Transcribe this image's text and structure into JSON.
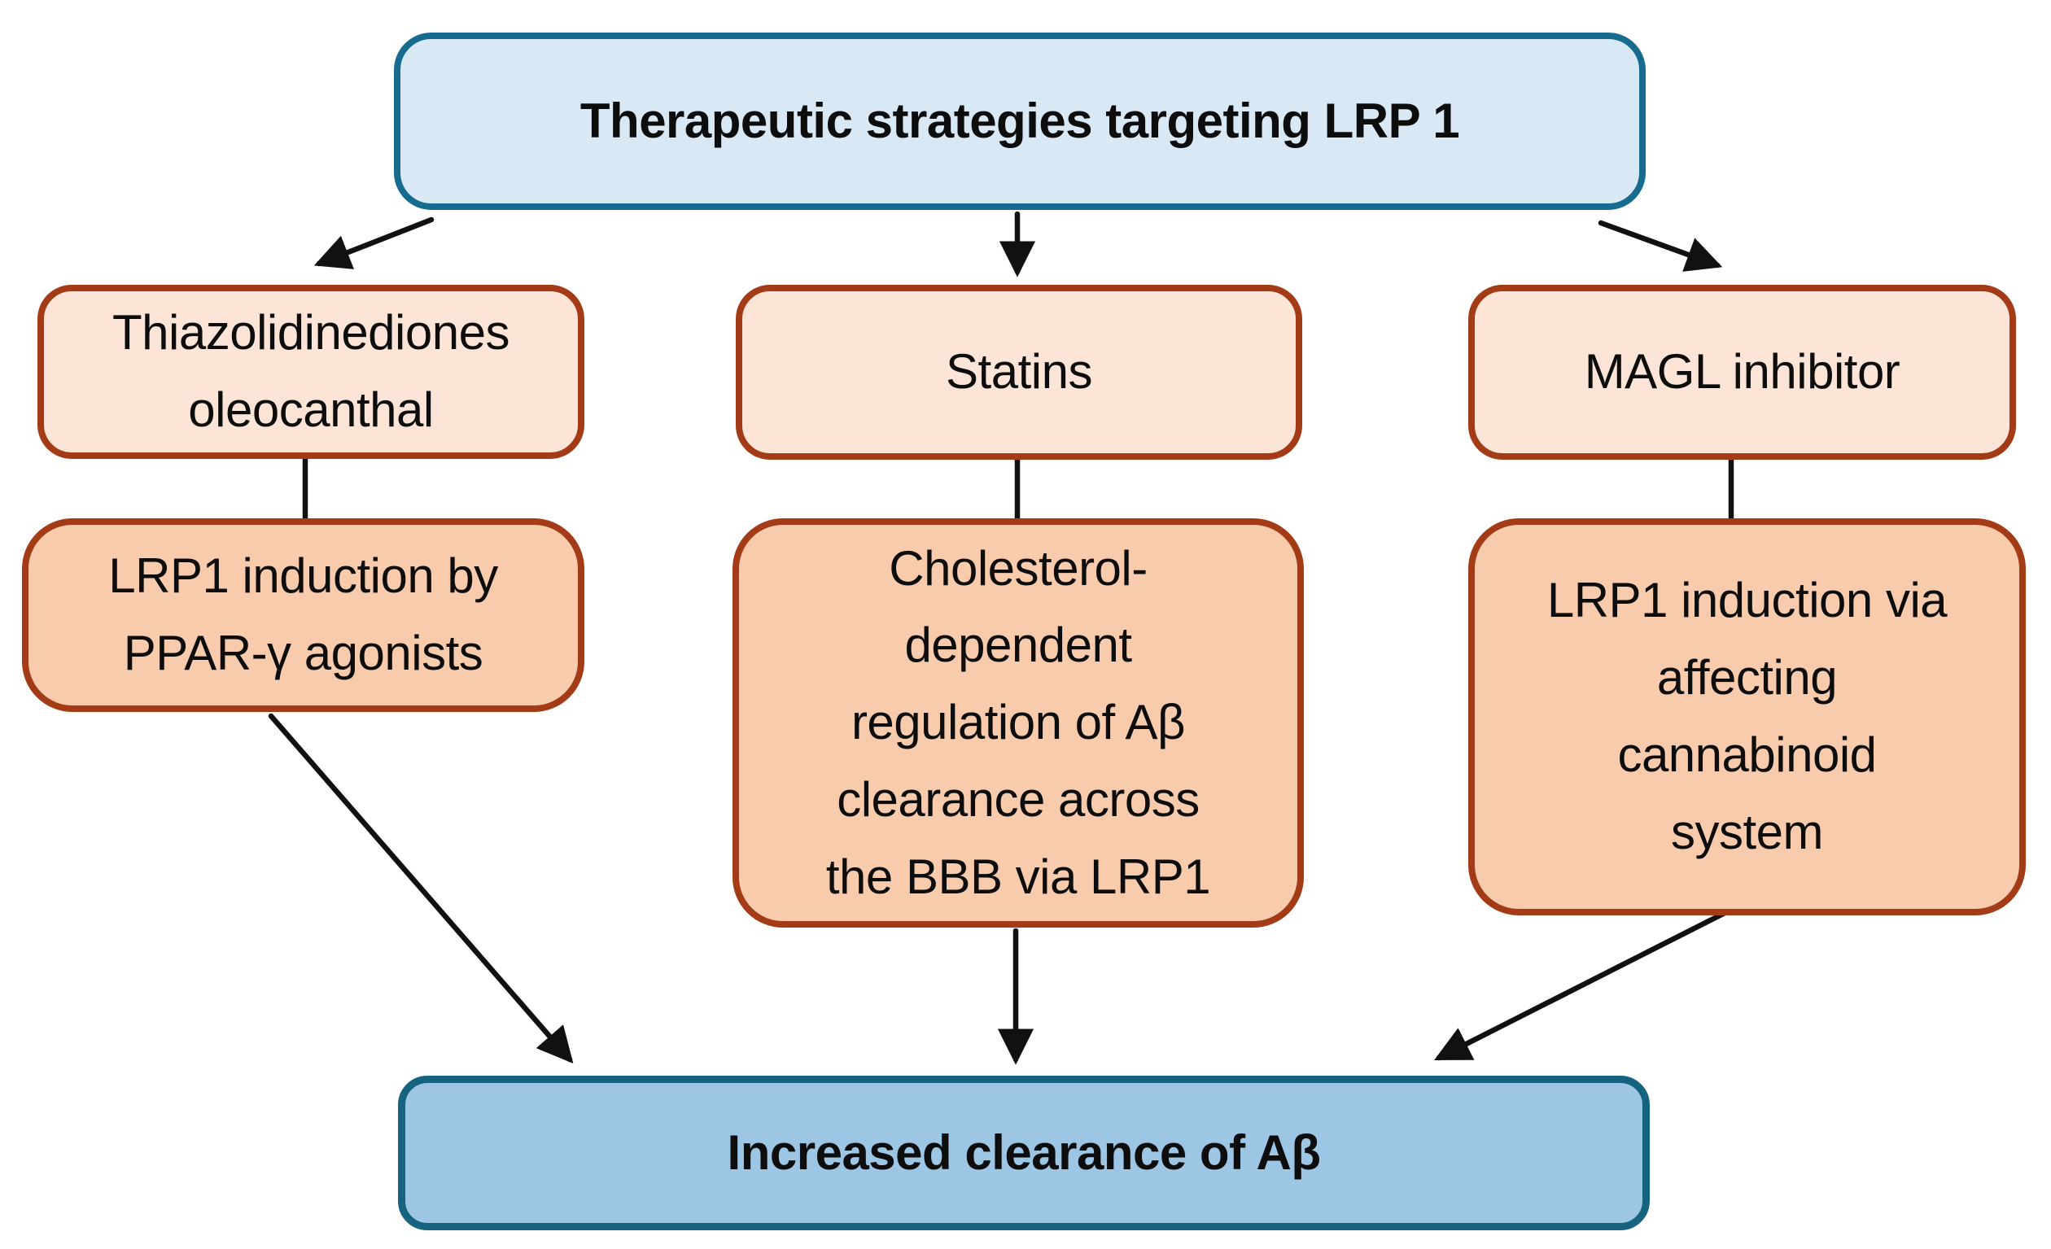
{
  "diagram": {
    "title_box": {
      "label": "Therapeutic strategies targeting LRP 1"
    },
    "strategy_boxes": [
      {
        "id": "thiazolidinediones",
        "label": "Thiazolidinediones\noleocanthal"
      },
      {
        "id": "statins",
        "label": "Statins"
      },
      {
        "id": "magl-inhibitor",
        "label": "MAGL inhibitor"
      }
    ],
    "mechanism_boxes": [
      {
        "id": "ppar-gamma",
        "label": "LRP1 induction by\nPPAR-γ agonists"
      },
      {
        "id": "cholesterol",
        "label": "Cholesterol-\ndependent\nregulation of Aβ\nclearance across\nthe BBB via LRP1"
      },
      {
        "id": "cannabinoid",
        "label": "LRP1 induction via\naffecting\ncannabinoid\nsystem"
      }
    ],
    "outcome_box": {
      "label": "Increased clearance of Aβ"
    },
    "colors": {
      "title_fill": "#d9e8f5",
      "title_border": "#176b8e",
      "strategy_fill": "#fce4d6",
      "mechanism_fill": "#f8cbad",
      "box_border": "#a33c16",
      "outcome_fill": "#9dc6e5",
      "outcome_border": "#15637f",
      "arrow_color": "#111111"
    }
  }
}
